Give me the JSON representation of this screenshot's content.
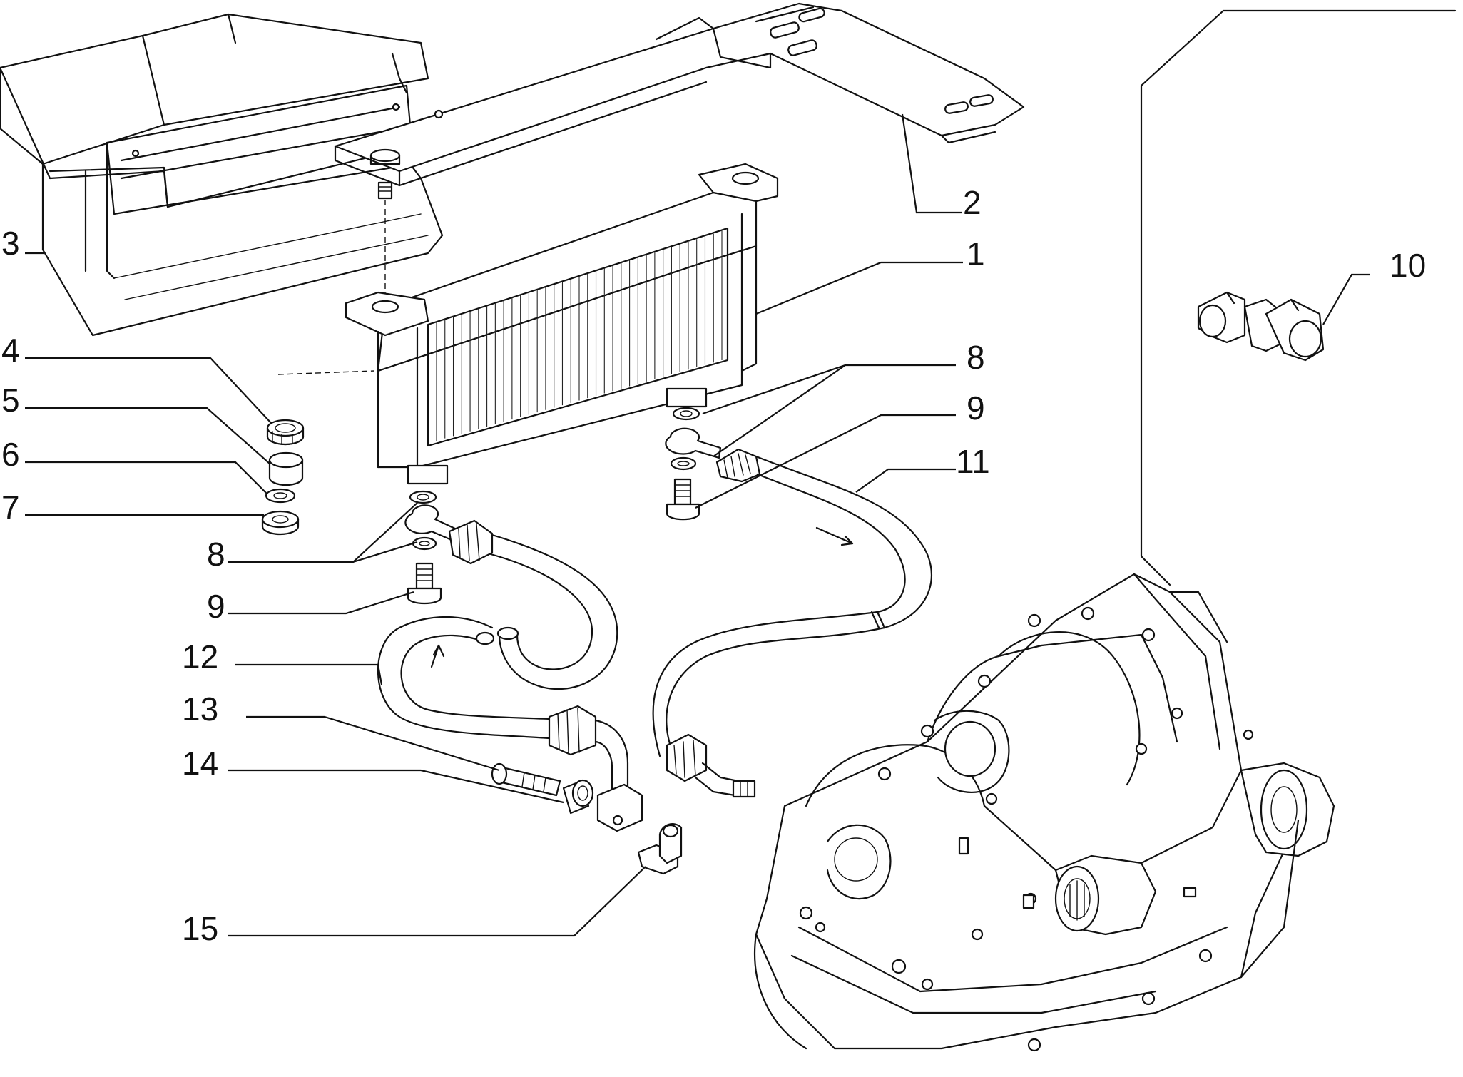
{
  "callouts": [
    {
      "id": "1",
      "label": "1"
    },
    {
      "id": "2",
      "label": "2"
    },
    {
      "id": "3",
      "label": "3"
    },
    {
      "id": "4",
      "label": "4"
    },
    {
      "id": "5",
      "label": "5"
    },
    {
      "id": "6",
      "label": "6"
    },
    {
      "id": "7",
      "label": "7"
    },
    {
      "id": "8a",
      "label": "8"
    },
    {
      "id": "8b",
      "label": "8"
    },
    {
      "id": "9a",
      "label": "9"
    },
    {
      "id": "9b",
      "label": "9"
    },
    {
      "id": "10",
      "label": "10"
    },
    {
      "id": "11",
      "label": "11"
    },
    {
      "id": "12",
      "label": "12"
    },
    {
      "id": "13",
      "label": "13"
    },
    {
      "id": "14",
      "label": "14"
    },
    {
      "id": "15",
      "label": "15"
    }
  ]
}
